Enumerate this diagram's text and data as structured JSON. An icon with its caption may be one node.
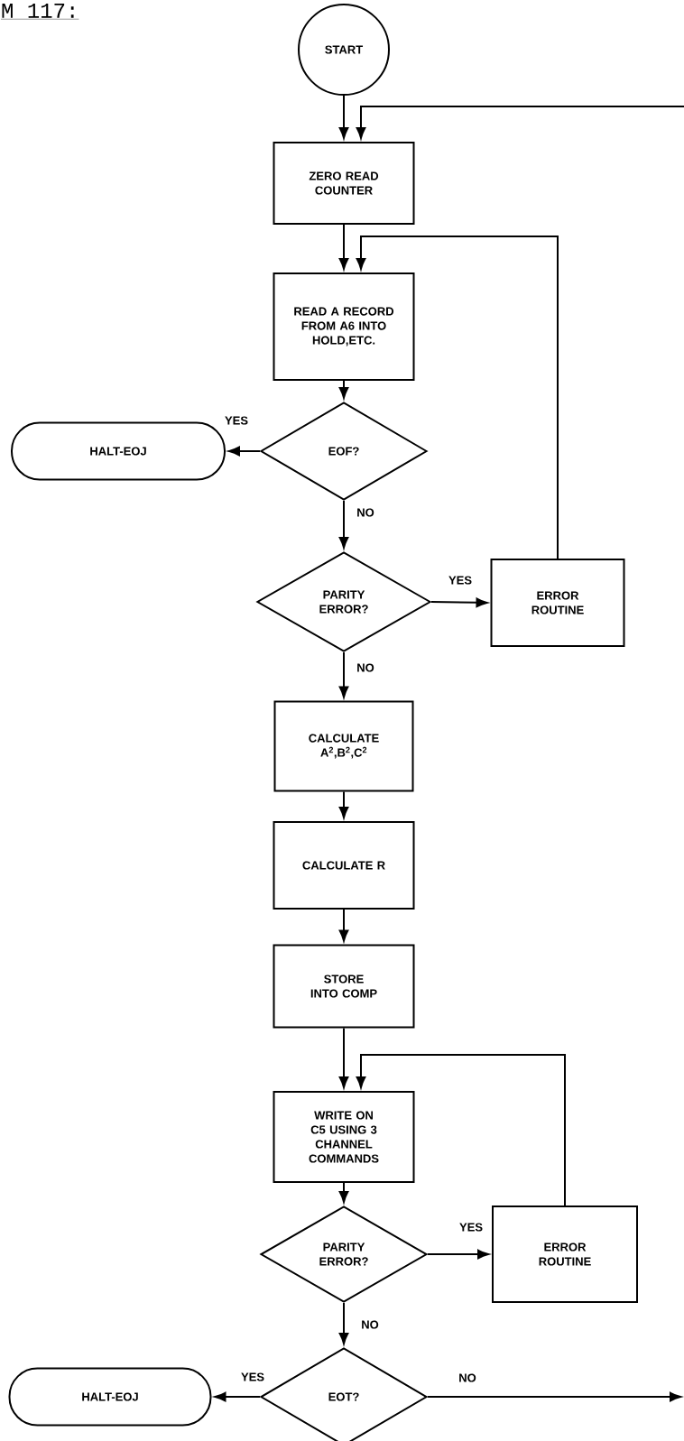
{
  "diagram": {
    "title": "M 117:",
    "nodes": [
      {
        "text": [
          "START"
        ]
      },
      {
        "text": [
          "ZERO READ COUNTER"
        ]
      },
      {
        "text": [
          "READ A RECORD FROM A6 INTO HOLD,ETC."
        ]
      },
      {
        "text": [
          "EOF?"
        ]
      },
      {
        "text": [
          "HALT-EOJ"
        ]
      },
      {
        "text": [
          "PARITY ERROR?"
        ]
      },
      {
        "text": [
          "ERROR ROUTINE"
        ]
      },
      {
        "text": [
          "CALCULATE A$^{2}$,B$^{2}$,C$^{2}$"
        ]
      },
      {
        "text": [
          "CALCULATE R"
        ]
      },
      {
        "text": [
          "STORE INTO COMP"
        ]
      },
      {
        "text": [
          "WRITE ON C5 USING 3 CHANNEL COMMANDS"
        ]
      },
      {
        "text": [
          "PARITY ERROR?"
        ]
      },
      {
        "text": [
          "ERROR ROUTINE"
        ]
      },
      {
        "text": [
          "EOT?"
        ]
      },
      {
        "text": [
          "HALT-EOJ"
        ]
      }
    ],
    "edges": [
      {
        "from": 0,
        "to": 1,
        "arrow": "to"
      },
      {
        "from": null,
        "to": 1,
        "arrow": "to"
      },
      {
        "from": 1,
        "to": 2,
        "arrow": "to"
      },
      {
        "from": 2,
        "to": 3,
        "arrow": "to"
      },
      {
        "from": 3,
        "to": 4,
        "arrow": "to",
        "label": "YES"
      },
      {
        "from": 3,
        "to": 5,
        "arrow": "to",
        "label": "NO"
      },
      {
        "from": 5,
        "to": 6,
        "arrow": "to",
        "label": "YES"
      },
      {
        "from": 6,
        "to": 2,
        "arrow": "to"
      },
      {
        "from": 5,
        "to": 7,
        "arrow": "to",
        "label": "NO"
      },
      {
        "from": 7,
        "to": 8,
        "arrow": "to"
      },
      {
        "from": 8,
        "to": 9,
        "arrow": "to"
      },
      {
        "from": 9,
        "to": 10,
        "arrow": "to"
      },
      {
        "from": 10,
        "to": 11,
        "arrow": "to"
      },
      {
        "from": 11,
        "to": 12,
        "arrow": "to",
        "label": "YES"
      },
      {
        "from": 12,
        "to": 10,
        "arrow": "to"
      },
      {
        "from": 11,
        "to": 13,
        "arrow": "to",
        "label": "NO"
      },
      {
        "from": 13,
        "to": 14,
        "arrow": "to",
        "label": "YES"
      },
      {
        "from": 13,
        "to": null,
        "arrow": "to",
        "label": "NO"
      }
    ]
  }
}
